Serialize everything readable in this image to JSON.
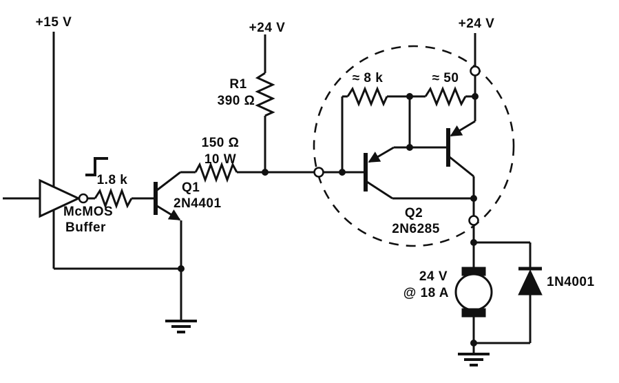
{
  "labels": {
    "supply_15v": "+15 V",
    "supply_24v_left": "+24 V",
    "supply_24v_right": "+24 V",
    "r1_name": "R1",
    "r1_value": "390 Ω",
    "r150_value": "150 Ω",
    "r150_power": "10 W",
    "r18k_value": "1.8 k",
    "q1_name": "Q1",
    "q1_part": "2N4401",
    "buffer_name_line1": "McMOS",
    "buffer_name_line2": "Buffer",
    "r8k_value": "≈ 8 k",
    "r50_value": "≈ 50",
    "q2_name": "Q2",
    "q2_part": "2N6285",
    "motor_voltage": "24 V",
    "motor_current": "@ 18 A",
    "diode_part": "1N4001"
  }
}
